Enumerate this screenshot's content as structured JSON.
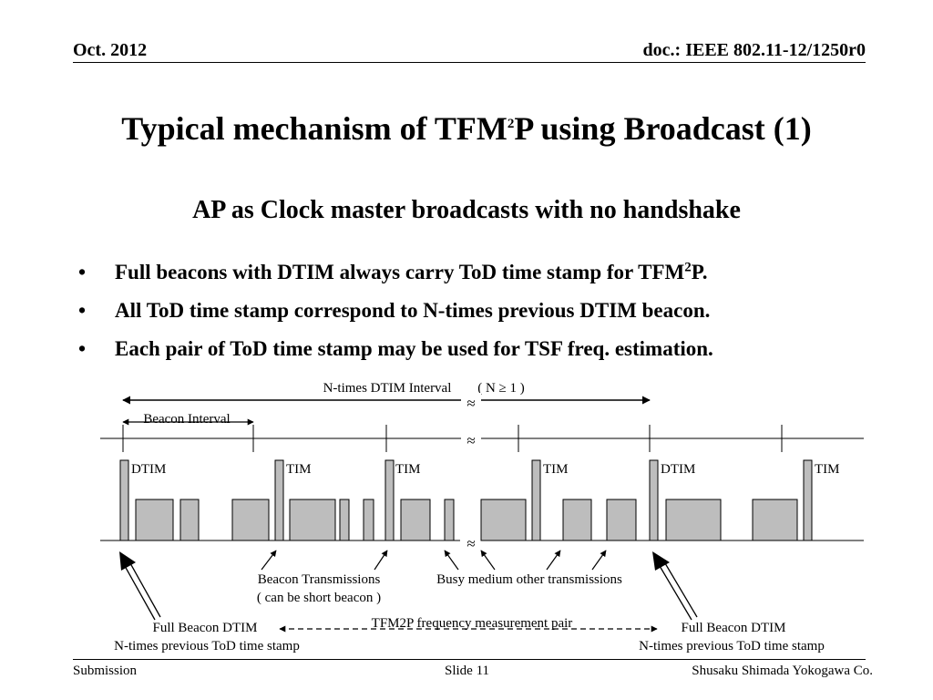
{
  "header": {
    "date": "Oct. 2012",
    "doc_id": "doc.: IEEE 802.11-12/1250r0"
  },
  "title": {
    "before_sup": "Typical mechanism of TFM",
    "sup": "2",
    "after_sup": "P using Broadcast (1)"
  },
  "subtitle": "AP as Clock master broadcasts with no handshake",
  "bullets": [
    {
      "bullet": "•",
      "before_sup": "Full beacons with DTIM always carry ToD time stamp for TFM",
      "sup": "2",
      "after_sup": "P."
    },
    {
      "bullet": "•",
      "text": "All ToD time stamp correspond to N-times previous DTIM beacon."
    },
    {
      "bullet": "•",
      "text": "Each pair of ToD time stamp may be used for TSF freq. estimation."
    }
  ],
  "diagram": {
    "n_times_interval_label": "N-times DTIM Interval",
    "n_condition_label": "( N ≥ 1 )",
    "beacon_interval_label": "Beacon Interval",
    "beacon_labels": [
      "DTIM",
      "TIM",
      "TIM",
      "TIM",
      "DTIM",
      "TIM"
    ],
    "break_mark": "≈",
    "beacon_transmissions_label": "Beacon Transmissions",
    "short_beacon_label": "( can be short beacon )",
    "busy_medium_label": "Busy medium other transmissions",
    "full_beacon_left_line1": "Full Beacon DTIM",
    "full_beacon_left_line2": "N-times previous ToD time stamp",
    "full_beacon_right_line1": "Full Beacon DTIM",
    "full_beacon_right_line2": "N-times previous ToD time stamp",
    "pair_label": "TFM2P frequency measurement pair",
    "colors": {
      "fill": "#bdbdbd",
      "stroke": "#000000"
    }
  },
  "footer": {
    "left": "Submission",
    "center": "Slide 11",
    "right": "Shusaku Shimada Yokogawa Co."
  }
}
